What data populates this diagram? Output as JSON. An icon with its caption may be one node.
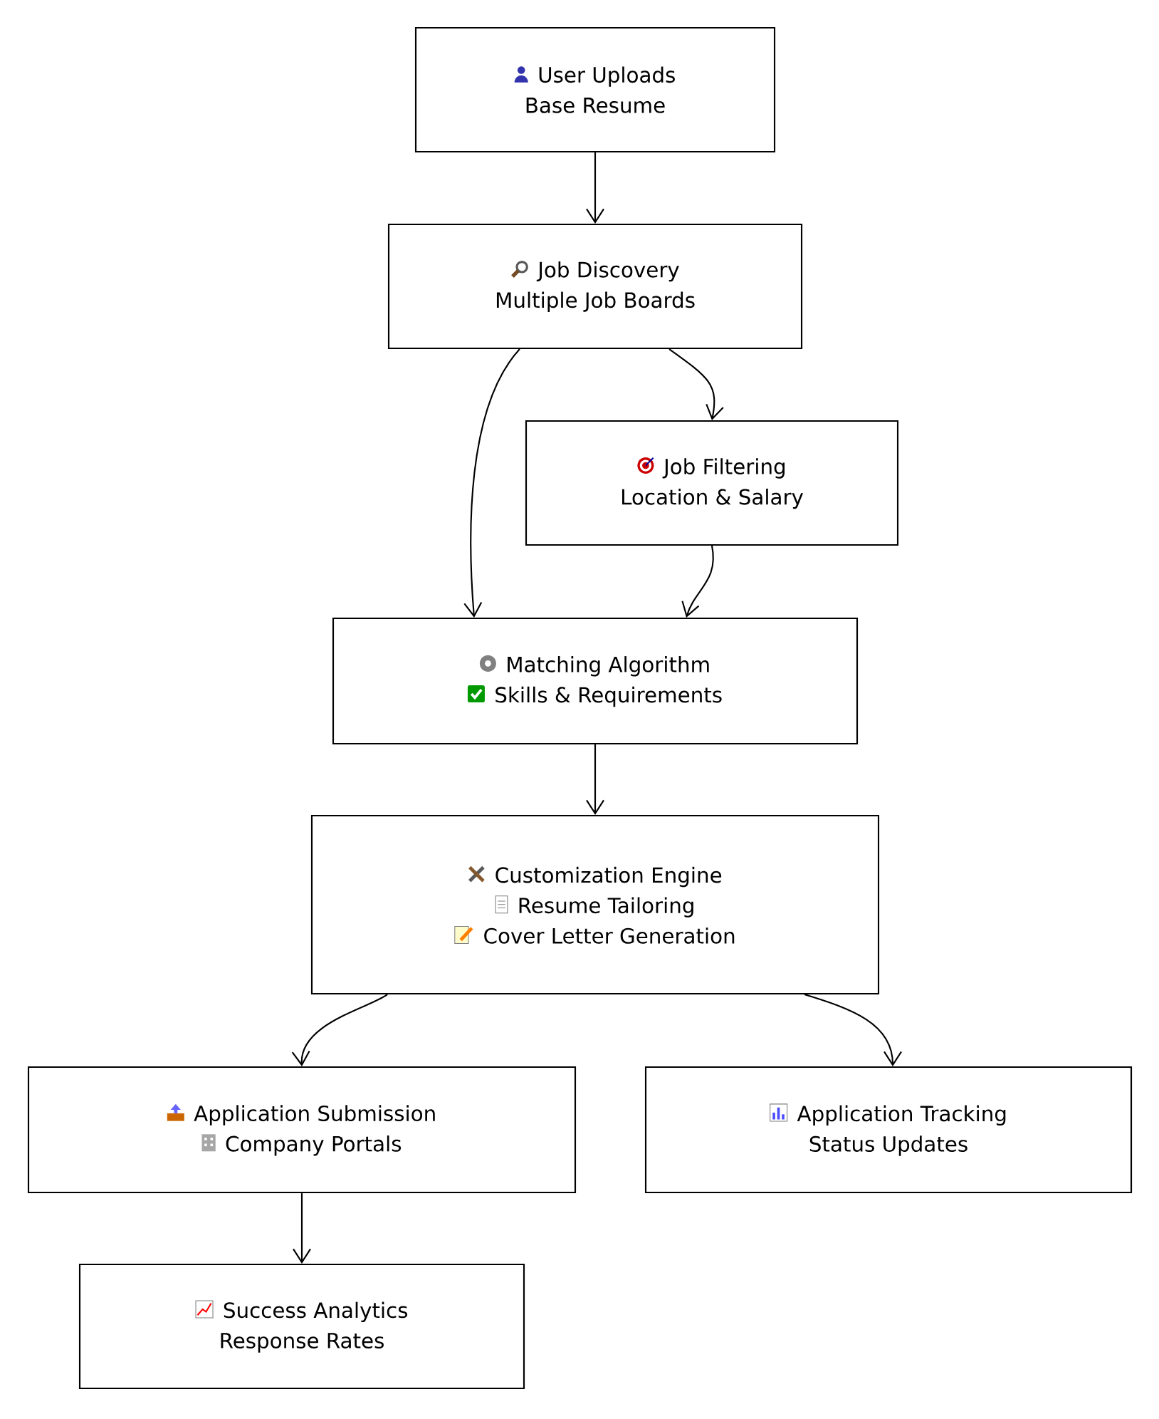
{
  "diagram": {
    "nodes": [
      {
        "text": [
          "User Uploads",
          "Base Resume"
        ]
      },
      {
        "text": [
          "Job Discovery",
          "Multiple Job Boards"
        ]
      },
      {
        "text": [
          "Job Filtering",
          "Location & Salary"
        ]
      },
      {
        "text": [
          "Matching Algorithm",
          "Skills & Requirements"
        ]
      },
      {
        "text": [
          "Customization Engine",
          "Resume Tailoring",
          "Cover Letter Generation"
        ]
      },
      {
        "text": [
          "Application Submission",
          "Company Portals"
        ]
      },
      {
        "text": [
          "Application Tracking",
          "Status Updates"
        ]
      },
      {
        "text": [
          "Success Analytics",
          "Response Rates"
        ]
      }
    ],
    "edges": [
      {
        "from": 0,
        "to": 1,
        "arrow": "to"
      },
      {
        "from": 1,
        "to": 3,
        "arrow": "to"
      },
      {
        "from": 1,
        "to": 2,
        "arrow": "to"
      },
      {
        "from": 2,
        "to": 3,
        "arrow": "to"
      },
      {
        "from": 3,
        "to": 4,
        "arrow": "to"
      },
      {
        "from": 4,
        "to": 5,
        "arrow": "to"
      },
      {
        "from": 4,
        "to": 6,
        "arrow": "to"
      },
      {
        "from": 5,
        "to": 7,
        "arrow": "to"
      }
    ]
  }
}
